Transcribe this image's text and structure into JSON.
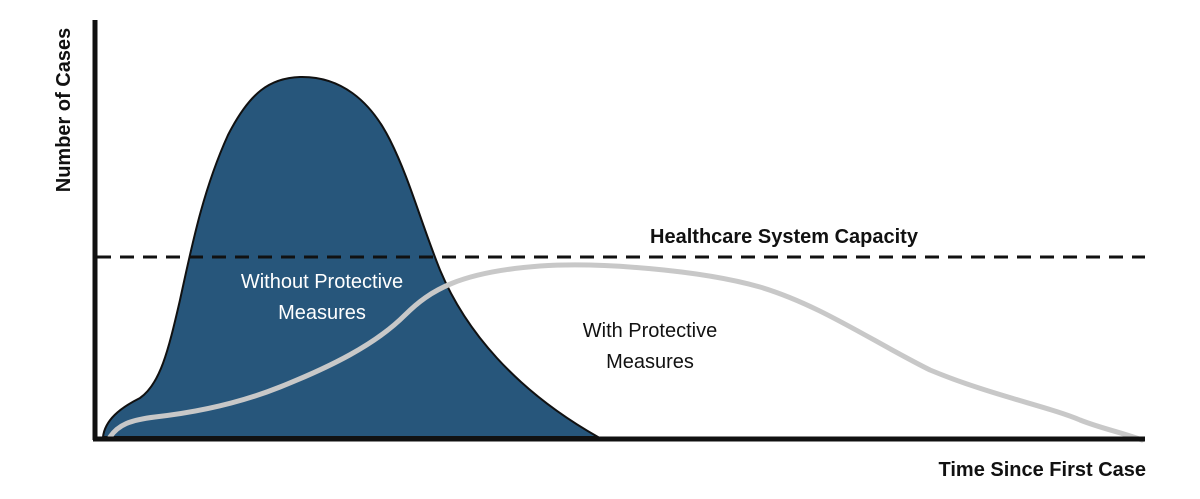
{
  "axes": {
    "y_title": "Number of Cases",
    "x_title": "Time Since First Case"
  },
  "capacity": {
    "label": "Healthcare System Capacity"
  },
  "curves": {
    "without": {
      "label_line1": "Without Protective",
      "label_line2": "Measures",
      "fill_color": "#27567b",
      "label_color": "#ffffff"
    },
    "with": {
      "label_line1": "With Protective",
      "label_line2": "Measures",
      "stroke_color": "#c8c8c8",
      "label_color": "#111111"
    }
  },
  "colors": {
    "axis": "#111111",
    "capacity_line": "#111111",
    "background": "#ffffff"
  }
}
